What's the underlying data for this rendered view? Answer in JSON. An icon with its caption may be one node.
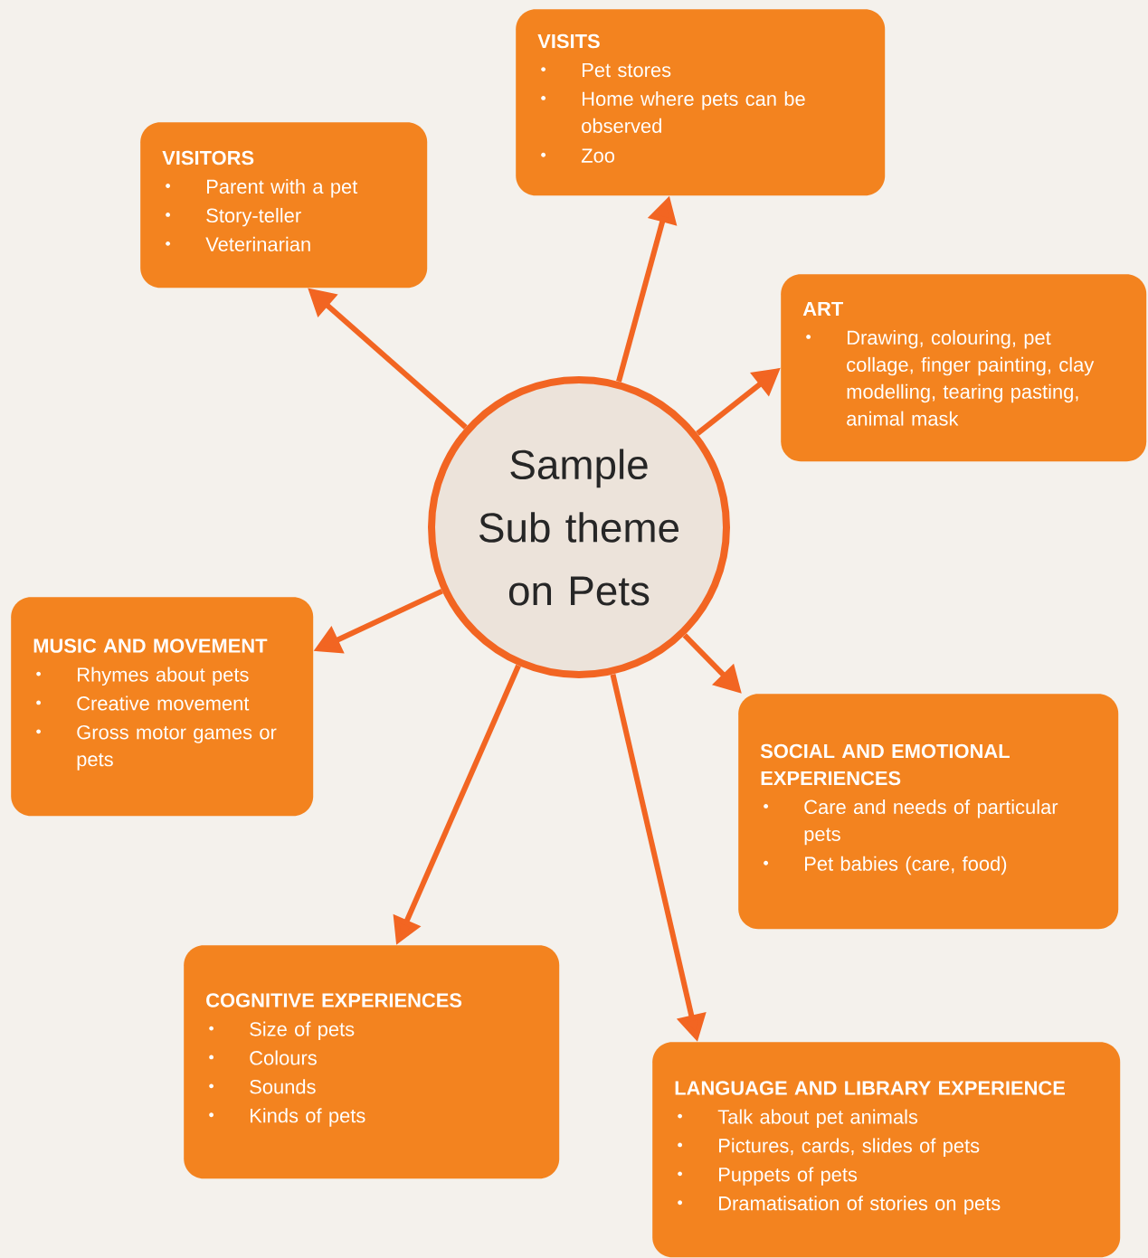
{
  "diagram": {
    "nodes": [
      {
        "text": [
          "Sample Sub theme on Pets"
        ]
      },
      {
        "text": [
          "VISITORS",
          "Parent with a pet",
          "Story-teller",
          "Veterinarian"
        ]
      },
      {
        "text": [
          "VISITS",
          "Pet stores",
          "Home where pets can be observed",
          "Zoo"
        ]
      },
      {
        "text": [
          "ART",
          "Drawing, colouring, pet collage, finger painting, clay modelling, tearing pasting, animal mask"
        ]
      },
      {
        "text": [
          "MUSIC AND MOVEMENT",
          "Rhymes about pets",
          "Creative movement",
          "Gross motor games or pets"
        ]
      },
      {
        "text": [
          "SOCIAL AND EMOTIONAL EXPERIENCES",
          "Care and needs of particular pets",
          "Pet babies (care, food)"
        ]
      },
      {
        "text": [
          "COGNITIVE EXPERIENCES",
          "Size of pets",
          "Colours",
          "Sounds",
          "Kinds of pets"
        ]
      },
      {
        "text": [
          "LANGUAGE AND LIBRARY EXPERIENCE",
          "Talk about pet animals",
          "Pictures, cards, slides of pets",
          "Puppets of pets",
          "Dramatisation of stories on pets"
        ]
      }
    ],
    "edges": [
      {
        "from": 0,
        "to": 1,
        "arrow": "to"
      },
      {
        "from": 0,
        "to": 2,
        "arrow": "to"
      },
      {
        "from": 0,
        "to": 3,
        "arrow": "to"
      },
      {
        "from": 0,
        "to": 4,
        "arrow": "to"
      },
      {
        "from": 0,
        "to": 5,
        "arrow": "to"
      },
      {
        "from": 0,
        "to": 6,
        "arrow": "to"
      },
      {
        "from": 0,
        "to": 7,
        "arrow": "to"
      }
    ]
  }
}
